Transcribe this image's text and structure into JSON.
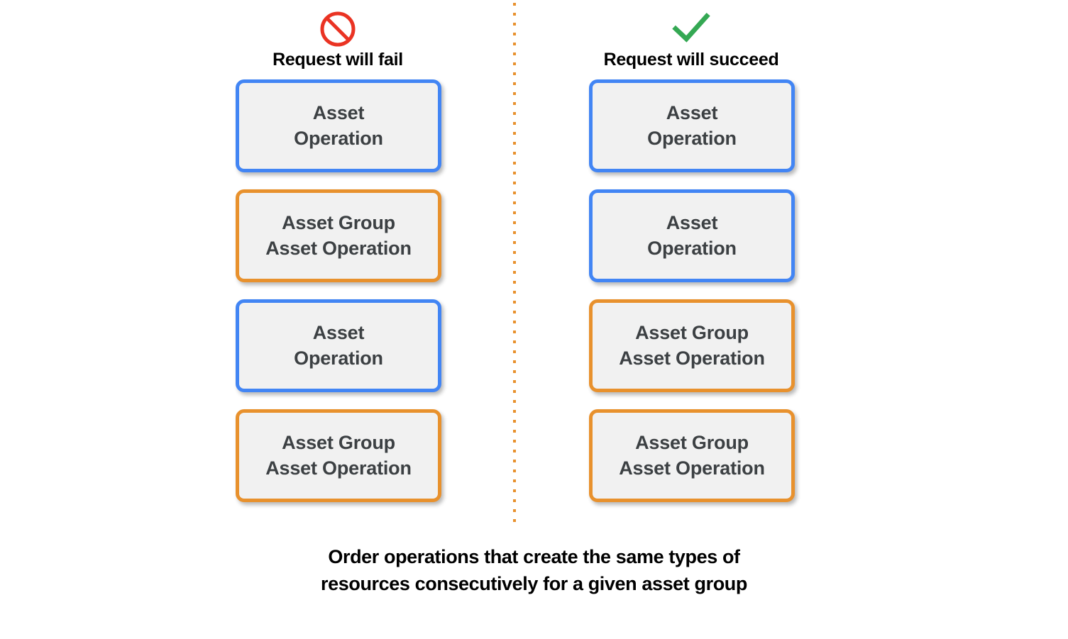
{
  "diagram": {
    "columns": [
      {
        "id": "fail",
        "icon": "prohibition-icon",
        "icon_color": "#EA3323",
        "title": "Request will fail",
        "boxes": [
          {
            "label": "Asset\nOperation",
            "color": "blue",
            "border_color": "#4285F4"
          },
          {
            "label": "Asset Group\nAsset Operation",
            "color": "orange",
            "border_color": "#E8912D"
          },
          {
            "label": "Asset\nOperation",
            "color": "blue",
            "border_color": "#4285F4"
          },
          {
            "label": "Asset Group\nAsset Operation",
            "color": "orange",
            "border_color": "#E8912D"
          }
        ]
      },
      {
        "id": "succeed",
        "icon": "check-icon",
        "icon_color": "#34A853",
        "title": "Request will succeed",
        "boxes": [
          {
            "label": "Asset\nOperation",
            "color": "blue",
            "border_color": "#4285F4"
          },
          {
            "label": "Asset\nOperation",
            "color": "blue",
            "border_color": "#4285F4"
          },
          {
            "label": "Asset Group\nAsset Operation",
            "color": "orange",
            "border_color": "#E8912D"
          },
          {
            "label": "Asset Group\nAsset Operation",
            "color": "orange",
            "border_color": "#E8912D"
          }
        ]
      }
    ],
    "divider": {
      "name": "vertical-dotted-divider",
      "color": "#E8912D"
    },
    "caption": "Order operations that create the same types of\nresources consecutively for a given asset group",
    "colors": {
      "blue": "#4285F4",
      "orange": "#E8912D",
      "red": "#EA3323",
      "green": "#34A853",
      "box_fill": "#F1F1F1",
      "box_text": "#3C4043",
      "background": "#FFFFFF"
    }
  }
}
